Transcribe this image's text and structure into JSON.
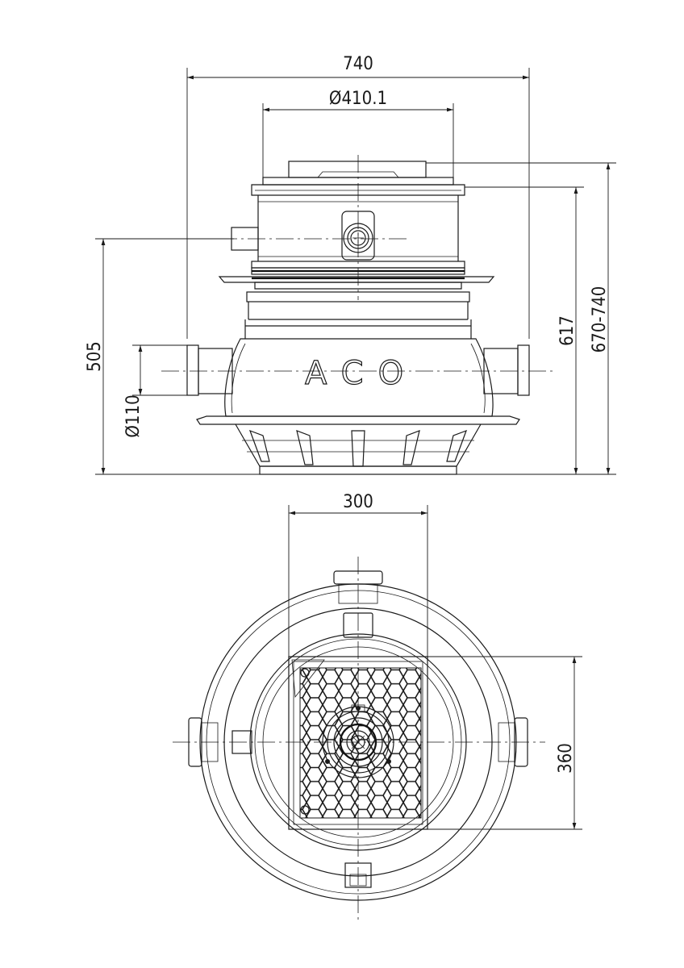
{
  "dimensions": {
    "overall_width": "740",
    "top_diameter": "Ø410.1",
    "height_left": "505",
    "height_inner": "617",
    "height_range": "670-740",
    "pipe_diameter": "Ø110",
    "grate_width": "300",
    "grate_height": "360"
  },
  "logo_text": "ACO"
}
